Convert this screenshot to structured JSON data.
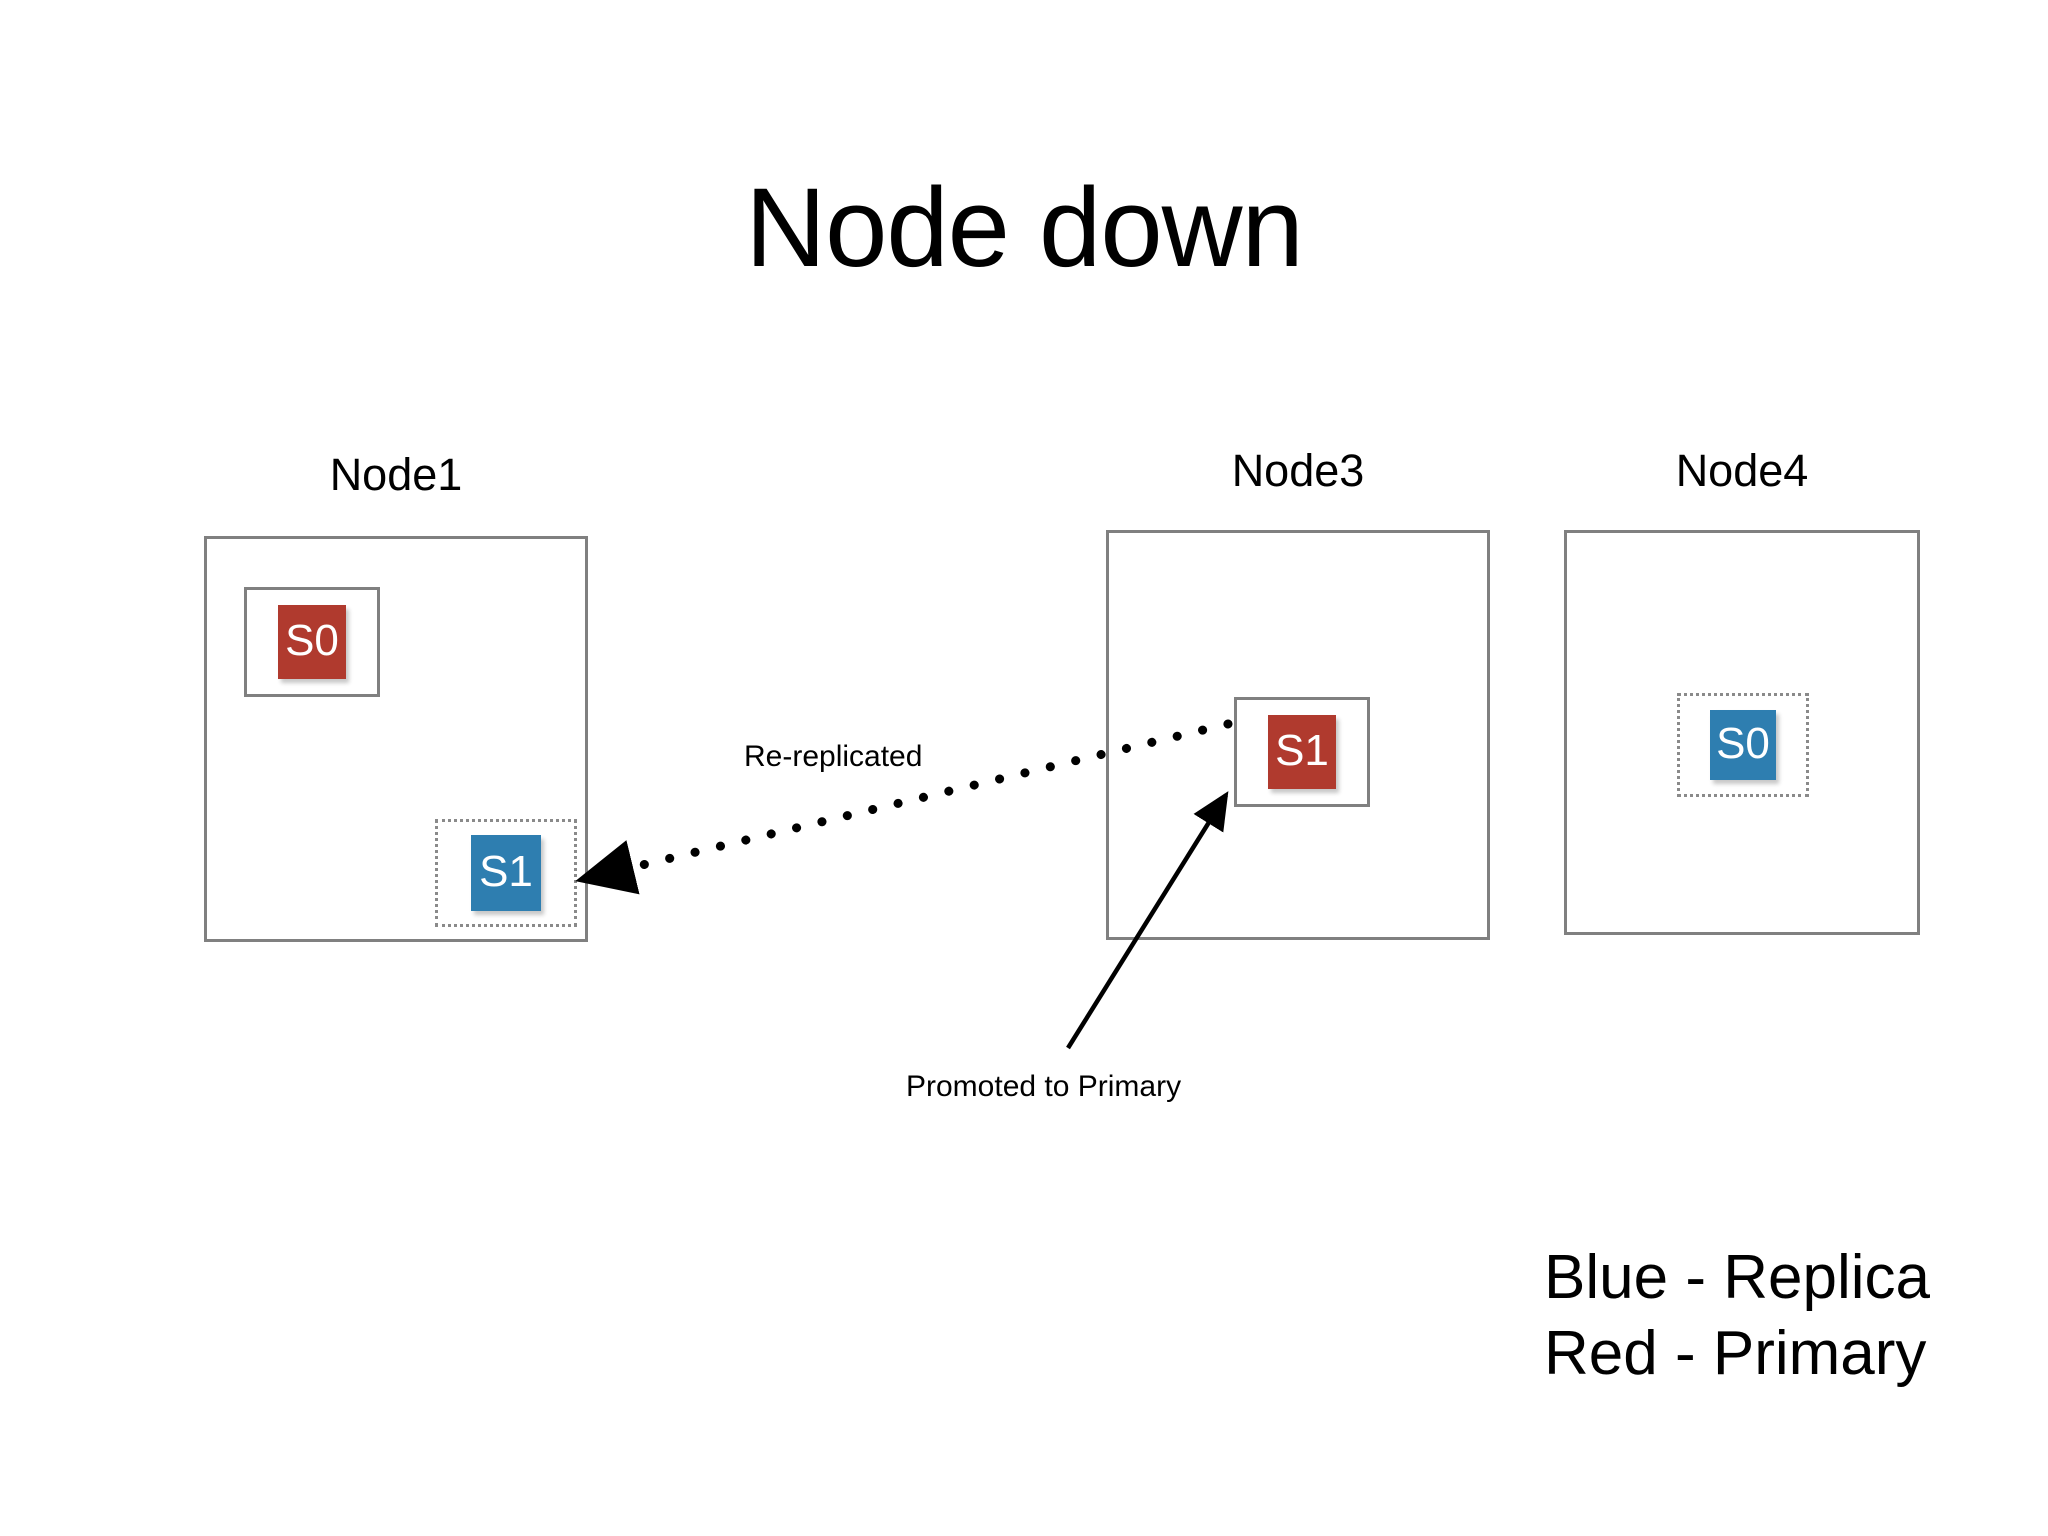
{
  "slide": {
    "title": "Node down",
    "background_color": "#ffffff"
  },
  "colors": {
    "primary_red": "#b03a2e",
    "replica_blue": "#2e7eb0",
    "box_border_gray": "#808080",
    "text_black": "#000000"
  },
  "nodes": [
    {
      "id": "node1",
      "label": "Node1",
      "shards": [
        {
          "id": "node1-s0",
          "label": "S0",
          "role": "primary",
          "color": "#b03a2e",
          "slot_border": "solid"
        },
        {
          "id": "node1-s1",
          "label": "S1",
          "role": "replica",
          "color": "#2e7eb0",
          "slot_border": "dotted"
        }
      ]
    },
    {
      "id": "node3",
      "label": "Node3",
      "shards": [
        {
          "id": "node3-s1",
          "label": "S1",
          "role": "primary",
          "color": "#b03a2e",
          "slot_border": "solid"
        }
      ]
    },
    {
      "id": "node4",
      "label": "Node4",
      "shards": [
        {
          "id": "node4-s0",
          "label": "S0",
          "role": "replica",
          "color": "#2e7eb0",
          "slot_border": "dotted"
        }
      ]
    }
  ],
  "annotations": {
    "re_replicated": "Re-replicated",
    "promoted_to_primary": "Promoted to Primary"
  },
  "legend": {
    "lines": [
      "Blue - Replica",
      "Red - Primary"
    ]
  }
}
